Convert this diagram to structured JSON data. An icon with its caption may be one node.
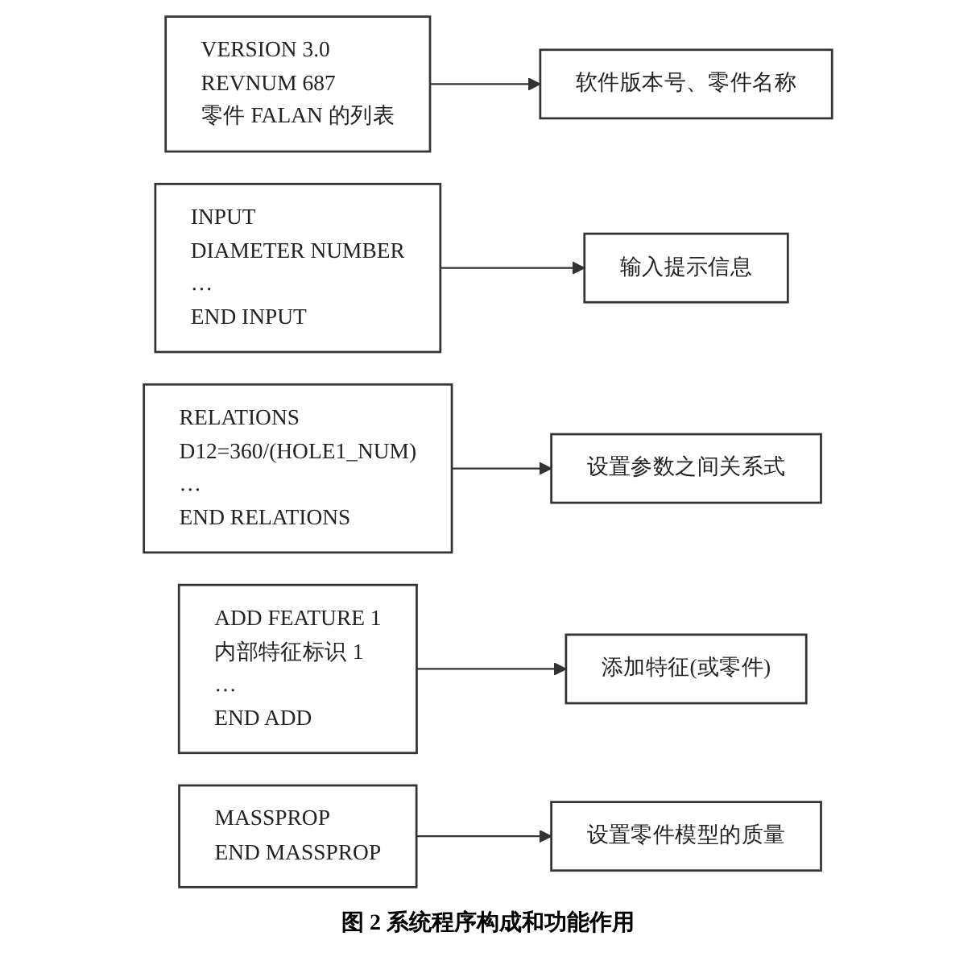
{
  "diagram": {
    "caption": "图 2 系统程序构成和功能作用",
    "nodes": [
      {
        "text": [
          "VERSION 3.0",
          "REVNUM 687",
          "零件 FALAN 的列表"
        ]
      },
      {
        "text": [
          "软件版本号、零件名称"
        ]
      },
      {
        "text": [
          "INPUT",
          "DIAMETER NUMBER",
          "…",
          "END INPUT"
        ]
      },
      {
        "text": [
          "输入提示信息"
        ]
      },
      {
        "text": [
          "RELATIONS",
          "D12=360/(HOLE1_NUM)",
          "…",
          "END RELATIONS"
        ]
      },
      {
        "text": [
          "设置参数之间关系式"
        ]
      },
      {
        "text": [
          "ADD FEATURE 1",
          "内部特征标识 1",
          "…",
          "END ADD"
        ]
      },
      {
        "text": [
          "添加特征(或零件)"
        ]
      },
      {
        "text": [
          "MASSPROP",
          "END MASSPROP"
        ]
      },
      {
        "text": [
          "设置零件模型的质量"
        ]
      }
    ],
    "edges": [
      {
        "from": 0,
        "to": 1,
        "arrow": "to"
      },
      {
        "from": 2,
        "to": 3,
        "arrow": "to"
      },
      {
        "from": 4,
        "to": 5,
        "arrow": "to"
      },
      {
        "from": 6,
        "to": 7,
        "arrow": "to"
      },
      {
        "from": 8,
        "to": 9,
        "arrow": "to"
      }
    ]
  }
}
